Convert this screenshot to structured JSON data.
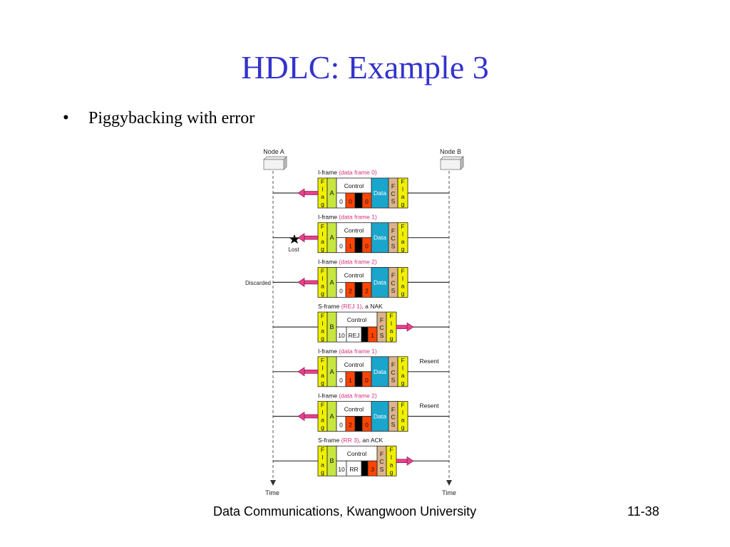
{
  "slide": {
    "title": "HDLC: Example 3",
    "bullet_symbol": "•",
    "bullet": "Piggybacking with error",
    "footer_left": "Data Communications, Kwangwoon University",
    "footer_right": "11-38"
  },
  "diagram": {
    "node_a": "Node A",
    "node_b": "Node B",
    "time_label": "Time",
    "flag_letters": [
      "F",
      "l",
      "a",
      "g"
    ],
    "fcs_letters": [
      "F",
      "C",
      "S"
    ],
    "control_label": "Control",
    "data_label": "Data",
    "colors": {
      "flag": "#f0f000",
      "address": "#c8e640",
      "data": "#1aa6cc",
      "fcs": "#dbb48c",
      "seq": "#ff4400",
      "pf": "#000000",
      "arrow": "#e8408c",
      "caption_accent": "#d8307a"
    },
    "frames": [
      {
        "type": "I",
        "caption_prefix": "I-frame ",
        "caption_accent": "(data frame 0)",
        "caption_suffix": "",
        "direction": "to-A",
        "address": "A",
        "bits": [
          "0",
          "0",
          "0"
        ],
        "side_note": ""
      },
      {
        "type": "I",
        "caption_prefix": "I-frame ",
        "caption_accent": "(data frame 1)",
        "caption_suffix": "",
        "direction": "to-A",
        "address": "A",
        "bits": [
          "0",
          "1",
          "0"
        ],
        "side_note": ""
      },
      {
        "type": "I",
        "caption_prefix": "I-frame ",
        "caption_accent": "(data frame 2)",
        "caption_suffix": "",
        "direction": "to-A",
        "address": "A",
        "bits": [
          "0",
          "2",
          "2"
        ],
        "side_note": ""
      },
      {
        "type": "S",
        "caption_prefix": "S-frame ",
        "caption_accent": "(REJ 1)",
        "caption_suffix": ", a NAK",
        "direction": "to-B",
        "address": "B",
        "bits": [
          "10",
          "REJ",
          "1"
        ],
        "side_note": ""
      },
      {
        "type": "I",
        "caption_prefix": "I-frame ",
        "caption_accent": "(data frame 1)",
        "caption_suffix": "",
        "direction": "to-A",
        "address": "A",
        "bits": [
          "0",
          "1",
          "0"
        ],
        "side_note": "Resent"
      },
      {
        "type": "I",
        "caption_prefix": "I-frame ",
        "caption_accent": "(data frame 2)",
        "caption_suffix": "",
        "direction": "to-A",
        "address": "A",
        "bits": [
          "0",
          "2",
          "0"
        ],
        "side_note": "Resent"
      },
      {
        "type": "S",
        "caption_prefix": "S-frame ",
        "caption_accent": "(RR 3)",
        "caption_suffix": ", an ACK",
        "direction": "to-B",
        "address": "B",
        "bits": [
          "10",
          "RR",
          "3"
        ],
        "side_note": ""
      }
    ],
    "lost_label": "Lost",
    "discarded_label": "Discarded"
  }
}
